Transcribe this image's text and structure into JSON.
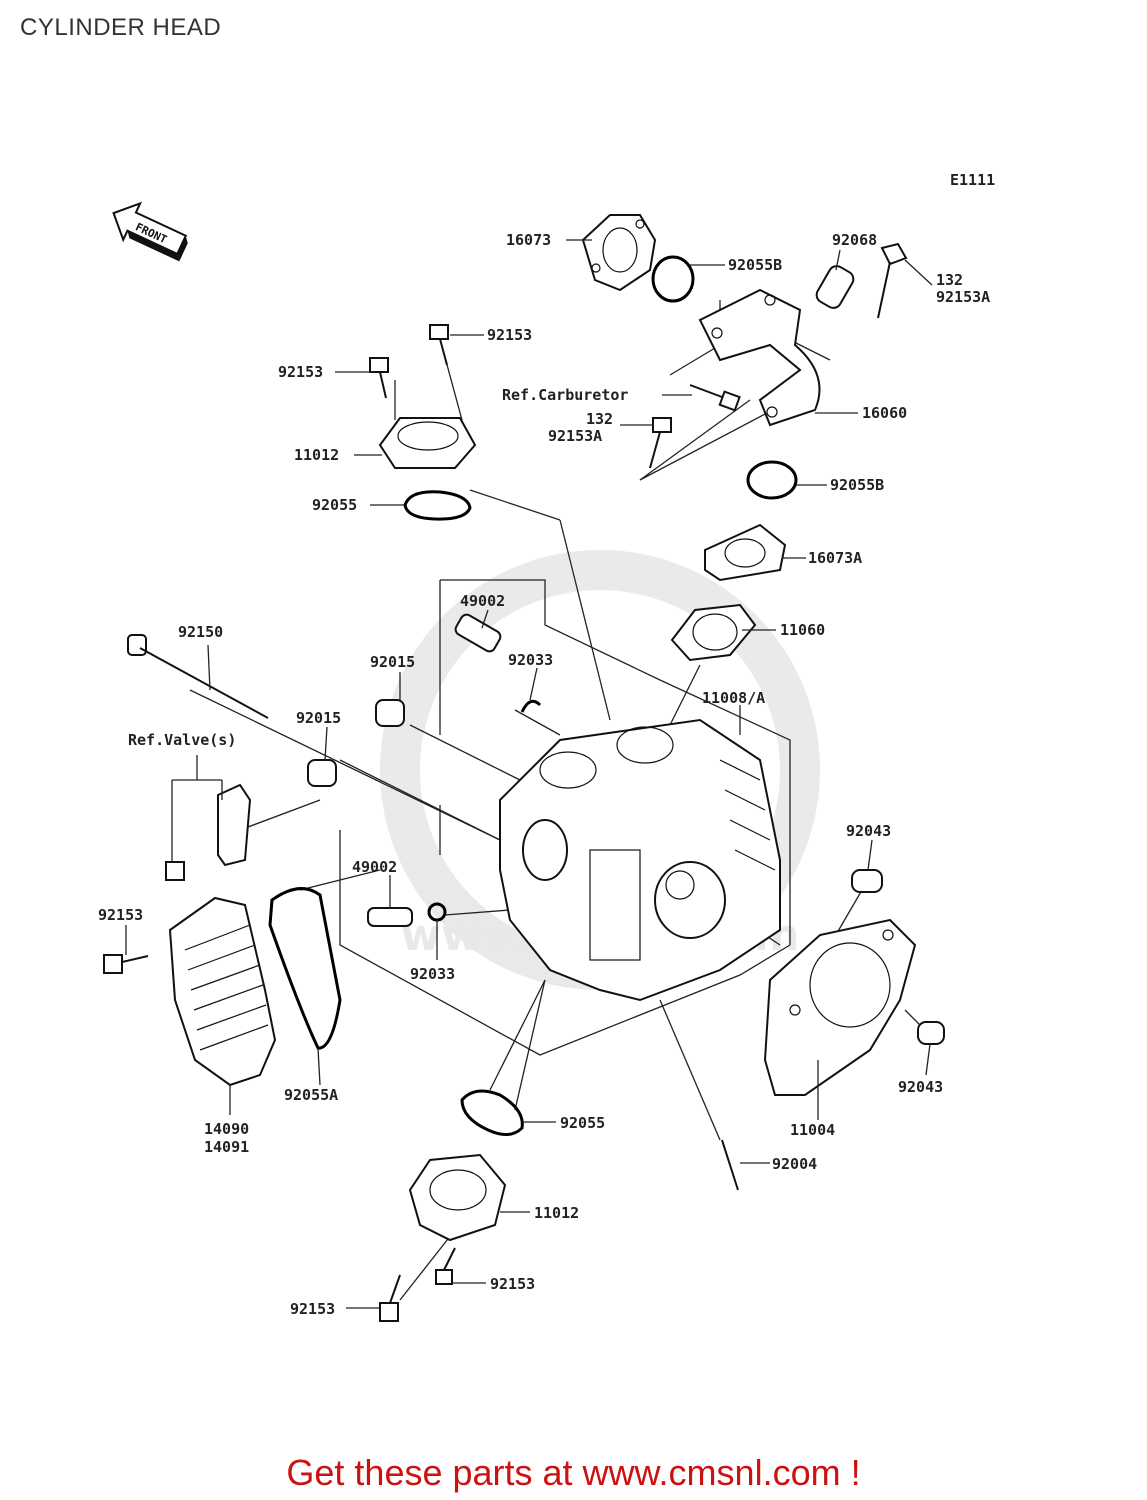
{
  "title": "CYLINDER HEAD",
  "diagram_code": "E1111",
  "front_label": "FRONT",
  "footer": "Get these parts at www.cmsnl.com !",
  "watermark": "www.cmsnl.com",
  "labels": {
    "p16073": "16073",
    "p92055B_top": "92055B",
    "p92068": "92068",
    "p132_top": "132",
    "p92153A_top": "92153A",
    "p92153_a": "92153",
    "p92153_b": "92153",
    "ref_carb": "Ref.Carburetor",
    "p132_mid": "132",
    "p92153A_mid": "92153A",
    "p16060": "16060",
    "p11012_top": "11012",
    "p92055B_mid": "92055B",
    "p92055_top": "92055",
    "p16073A": "16073A",
    "p49002_top": "49002",
    "p11060": "11060",
    "p92150": "92150",
    "p92033_top": "92033",
    "p92015_a": "92015",
    "p11008A": "11008/A",
    "p92015_b": "92015",
    "ref_valve": "Ref.Valve(s)",
    "p92043_top": "92043",
    "p49002_bot": "49002",
    "p92153_left": "92153",
    "p92033_bot": "92033",
    "p92043_bot": "92043",
    "p92055A": "92055A",
    "p14090": "14090",
    "p14091": "14091",
    "p11004": "11004",
    "p92055_bot": "92055",
    "p92004": "92004",
    "p11012_bot": "11012",
    "p92153_bot_r": "92153",
    "p92153_bot_l": "92153"
  }
}
